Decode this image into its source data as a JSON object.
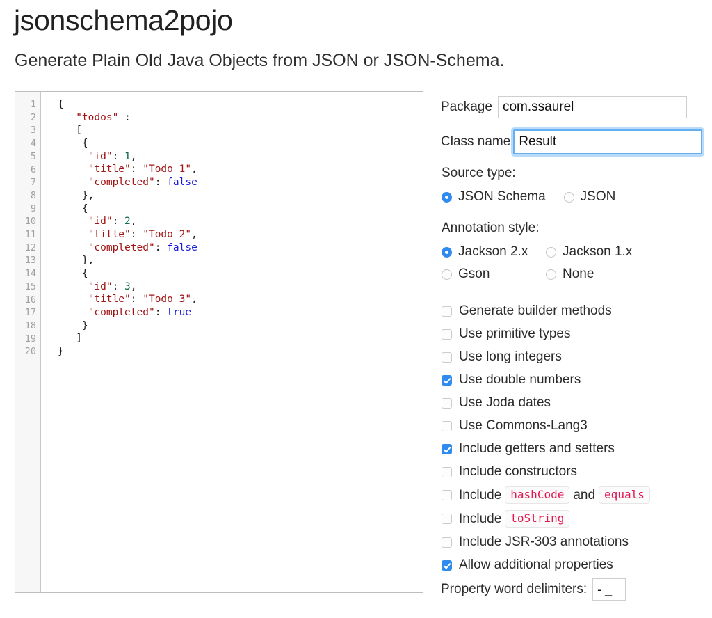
{
  "header": {
    "title": "jsonschema2pojo",
    "subtitle": "Generate Plain Old Java Objects from JSON or JSON-Schema."
  },
  "editor": {
    "line_numbers": [
      "1",
      "2",
      "3",
      "4",
      "5",
      "6",
      "7",
      "8",
      "9",
      "10",
      "11",
      "12",
      "13",
      "14",
      "15",
      "16",
      "17",
      "18",
      "19",
      "20"
    ],
    "lines": [
      "{",
      "   \"todos\" :",
      "   [",
      "    {",
      "     \"id\": 1,",
      "     \"title\": \"Todo 1\",",
      "     \"completed\": false",
      "    },",
      "    {",
      "     \"id\": 2,",
      "     \"title\": \"Todo 2\",",
      "     \"completed\": false",
      "    },",
      "    {",
      "     \"id\": 3,",
      "     \"title\": \"Todo 3\",",
      "     \"completed\": true",
      "    }",
      "   ]",
      "}"
    ],
    "colors": {
      "string": "#a01515",
      "number": "#0c6b42",
      "boolean": "#1a1ae0",
      "punctuation": "#1c1c1c",
      "gutter_background": "#f7f7f7",
      "gutter_text": "#a0a0a0"
    }
  },
  "form": {
    "package": {
      "label": "Package",
      "value": "com.ssaurel"
    },
    "class_name": {
      "label": "Class name",
      "value": "Result",
      "focused": true,
      "focus_color": "#64b0f2"
    },
    "source_type": {
      "label": "Source type:",
      "options": [
        {
          "label": "JSON Schema",
          "selected": true
        },
        {
          "label": "JSON",
          "selected": false
        }
      ]
    },
    "annotation_style": {
      "label": "Annotation style:",
      "options": [
        {
          "label": "Jackson 2.x",
          "selected": true
        },
        {
          "label": "Jackson 1.x",
          "selected": false
        },
        {
          "label": "Gson",
          "selected": false
        },
        {
          "label": "None",
          "selected": false
        }
      ]
    },
    "checkboxes": [
      {
        "label": "Generate builder methods",
        "checked": false
      },
      {
        "label": "Use primitive types",
        "checked": false
      },
      {
        "label": "Use long integers",
        "checked": false
      },
      {
        "label": "Use double numbers",
        "checked": true
      },
      {
        "label": "Use Joda dates",
        "checked": false
      },
      {
        "label": "Use Commons-Lang3",
        "checked": false
      },
      {
        "label": "Include getters and setters",
        "checked": true
      },
      {
        "label": "Include constructors",
        "checked": false
      },
      {
        "label": "Include JSR-303 annotations",
        "checked": false
      },
      {
        "label": "Allow additional properties",
        "checked": true
      }
    ],
    "hashcode_equals": {
      "prefix": "Include",
      "code_1": "hashCode",
      "joiner": "and",
      "code_2": "equals",
      "checked": false
    },
    "tostring": {
      "prefix": "Include",
      "code_1": "toString",
      "checked": false
    },
    "property_word_delimiters": {
      "label": "Property word delimiters:",
      "value": "- _"
    },
    "accent_color": "#2f8bf0",
    "code_badge_color": "#e3174f"
  }
}
